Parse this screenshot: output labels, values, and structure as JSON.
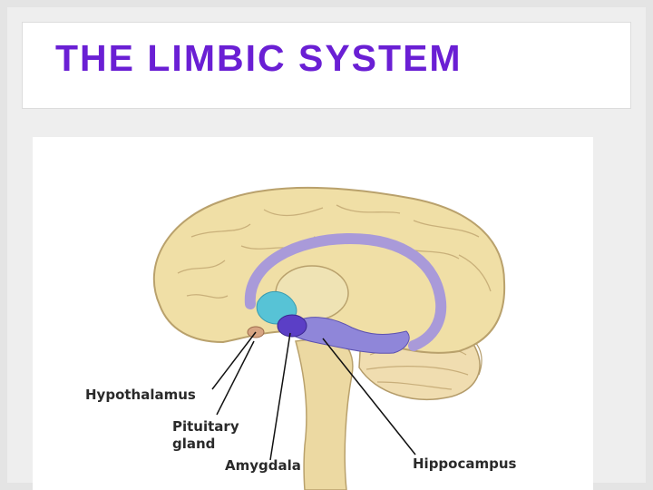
{
  "slide": {
    "title": "THE LIMBIC SYSTEM"
  },
  "diagram": {
    "labels": {
      "hypothalamus": "Hypothalamus",
      "pituitary_line1": "Pituitary",
      "pituitary_line2": "gland",
      "amygdala": "Amygdala",
      "hippocampus": "Hippocampus"
    },
    "colors": {
      "brain": "#f0dfa6",
      "hippocampus": "#8f86d9",
      "amygdala": "#5b3fc6",
      "hypothalamus": "#57c3d6",
      "title": "#6a1fd4"
    }
  }
}
